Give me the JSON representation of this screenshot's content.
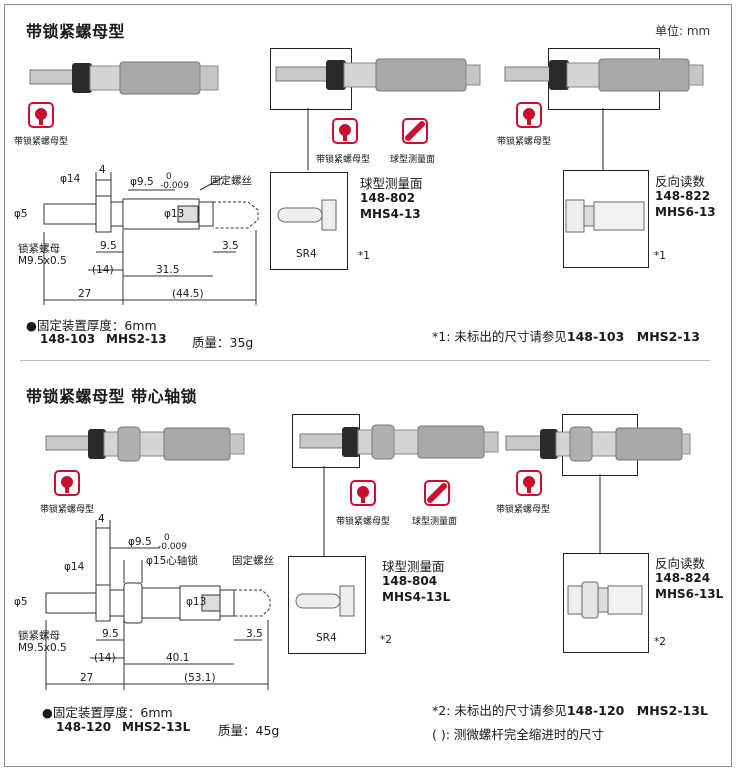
{
  "unit": "单位: mm",
  "top": {
    "title": "带锁紧螺母型",
    "main_badge": "带锁紧螺母型",
    "mid_badges": [
      "带锁紧螺母型",
      "球型测量面"
    ],
    "right_badge": "带锁紧螺母型",
    "dims": {
      "d14": "φ14",
      "d5": "φ5",
      "w4": "4",
      "d95": "φ9.5",
      "tol_top": "0",
      "tol_bot": "-0.009",
      "fix_screw": "固定螺丝",
      "d13": "φ13",
      "lock_nut": "锁紧螺母",
      "thread": "M9.5x0.5",
      "l95": "9.5",
      "l35": "3.5",
      "l14": "(14)",
      "l315": "31.5",
      "l27": "27",
      "l445": "(44.5)"
    },
    "variant_mid": {
      "name": "球型测量面",
      "code": "148-802",
      "model": "MHS4-13",
      "sr": "SR4",
      "note": "*1"
    },
    "variant_right": {
      "name": "反向读数",
      "code": "148-822",
      "model": "MHS6-13",
      "note": "*1"
    },
    "mount": "●固定装置厚度：6mm",
    "code": "148-103",
    "model": "MHS2-13",
    "mass": "质量：35g",
    "footnote_text": "*1: 未标出的尺寸请参见",
    "footnote_ref": "148-103　MHS2-13"
  },
  "bottom": {
    "title": "带锁紧螺母型 带心轴锁",
    "main_badge": "带锁紧螺母型",
    "mid_badges": [
      "带锁紧螺母型",
      "球型测量面"
    ],
    "right_badge": "带锁紧螺母型",
    "dims": {
      "w4": "4",
      "d95": "φ9.5",
      "tol_top": "0",
      "tol_bot": "-0.009",
      "d15": "φ15心轴锁",
      "fix_screw": "固定螺丝",
      "d14": "φ14",
      "d5": "φ5",
      "d13": "φ13",
      "lock_nut": "锁紧螺母",
      "thread": "M9.5x0.5",
      "l95": "9.5",
      "l35": "3.5",
      "l14": "(14)",
      "l401": "40.1",
      "l27": "27",
      "l531": "(53.1)"
    },
    "variant_mid": {
      "name": "球型测量面",
      "code": "148-804",
      "model": "MHS4-13L",
      "sr": "SR4",
      "note": "*2"
    },
    "variant_right": {
      "name": "反向读数",
      "code": "148-824",
      "model": "MHS6-13L",
      "note": "*2"
    },
    "mount": "●固定装置厚度：6mm",
    "code": "148-120",
    "model": "MHS2-13L",
    "mass": "质量：45g",
    "footnote_text": "*2: 未标出的尺寸请参见",
    "footnote_ref": "148-120　MHS2-13L",
    "footnote2": "( ): 测微螺杆完全缩进时的尺寸"
  },
  "colors": {
    "badge_red": "#c8102e",
    "metal": "#b8b8b8",
    "knurl": "#9a9a9a",
    "nut": "#2a2a2a"
  }
}
